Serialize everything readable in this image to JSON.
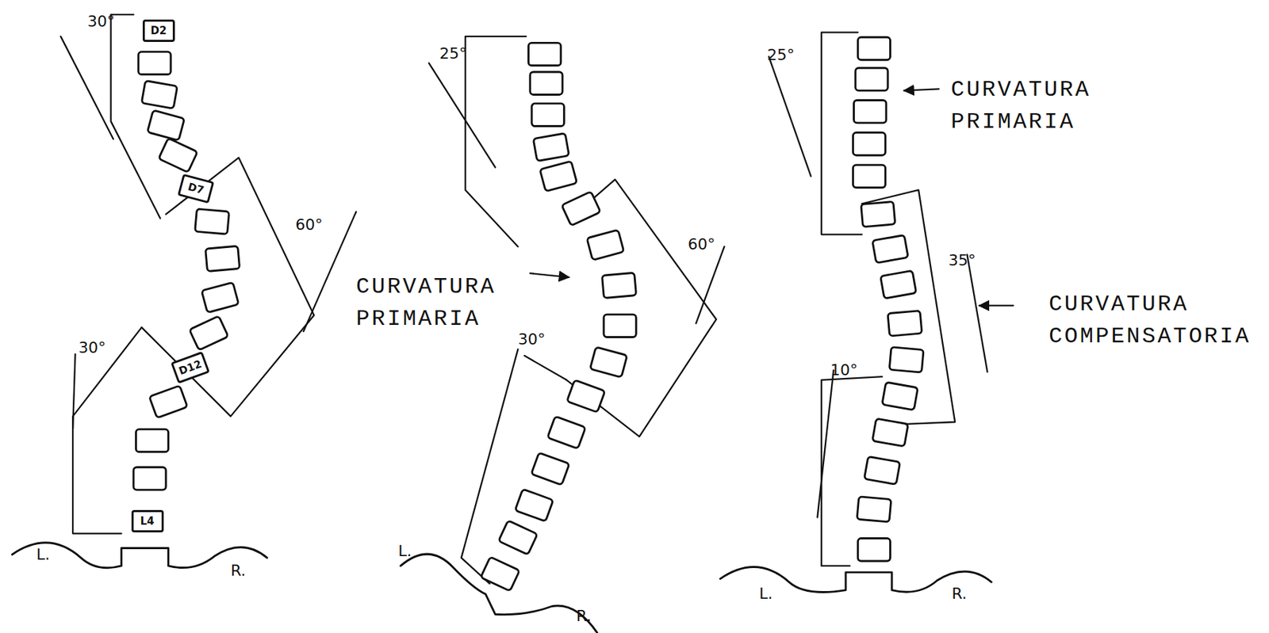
{
  "diagram": {
    "nodes": [
      {
        "text": [
          "D2"
        ]
      },
      {
        "text": [
          "D7"
        ]
      },
      {
        "text": [
          "D12"
        ]
      },
      {
        "text": [
          "L4"
        ]
      }
    ],
    "labels": [
      "30°",
      "60°",
      "30°",
      "L.",
      "R.",
      "25°",
      "60°",
      "CURVATURA PRIMARIA",
      "30°",
      "L.",
      "R.",
      "25°",
      "CURVATURA PRIMARIA",
      "35°",
      "CURVATURA COMPENSATORIA",
      "10°",
      "L.",
      "R."
    ]
  }
}
